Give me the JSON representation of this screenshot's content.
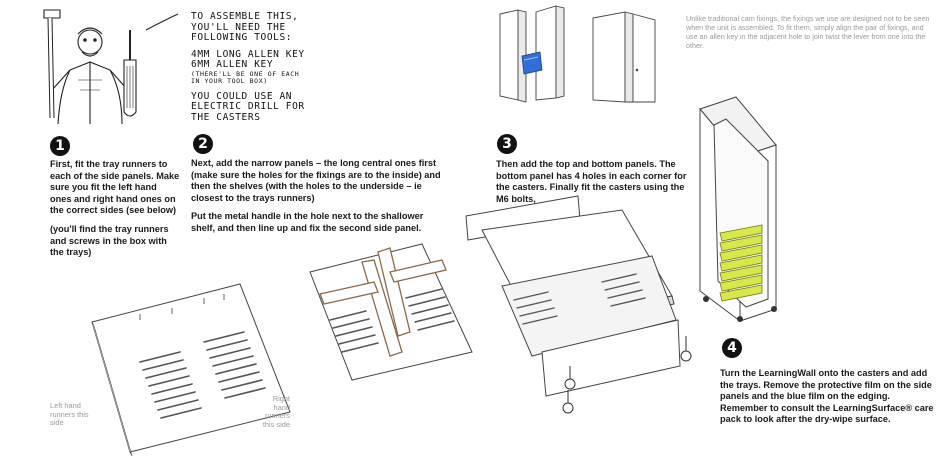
{
  "tools": {
    "heading": "TO ASSEMBLE THIS, YOU'LL NEED THE FOLLOWING TOOLS:",
    "item1": "4MM LONG ALLEN KEY",
    "item2": "6MM ALLEN KEY",
    "item2_note": "(THERE'LL BE ONE OF EACH IN YOUR TOOL BOX)",
    "drill": "YOU COULD USE AN ELECTRIC DRILL FOR THE CASTERS"
  },
  "fixings_note": "Unlike traditional cam fixings, the fixings we use are designed not to be seen when the unit is assembled. To fit them, simply align the pair of fixings, and use an allen key in the adjacent hole to join twist the lever from one into the other.",
  "steps": [
    {
      "number": "1",
      "paragraphs": [
        "First, fit the tray runners to each of the side panels. Make sure you fit the left hand ones and right hand ones on the correct sides (see below)",
        "(you'll find the tray runners and screws in the box with the trays)"
      ]
    },
    {
      "number": "2",
      "paragraphs": [
        "Next, add the narrow panels – the long central ones first (make sure the holes for the fixings are to the inside) and then the shelves (with the holes to the underside – ie closest to the trays runners)",
        "Put the metal handle in the hole next to the shallower shelf, and then line up and fix the second side panel."
      ]
    },
    {
      "number": "3",
      "paragraphs": [
        "Then add the top and bottom panels. The bottom panel has 4 holes in each corner for the casters. Finally fit the casters using the M6 bolts,"
      ]
    },
    {
      "number": "4",
      "paragraphs": [
        "Turn the LearningWall onto the casters and add the trays. Remove the protective film on the side panels and the blue film on the edging. Remember to consult the LearningSurface® care pack to look after the dry-wipe surface."
      ]
    }
  ],
  "labels": {
    "left": "Left hand runners this side",
    "right": "Right hand runners this side"
  },
  "colors": {
    "accent_blue": "#2f6fd6",
    "tray_yellow": "#d8e84a",
    "edge_brown": "#8a6a4a"
  }
}
